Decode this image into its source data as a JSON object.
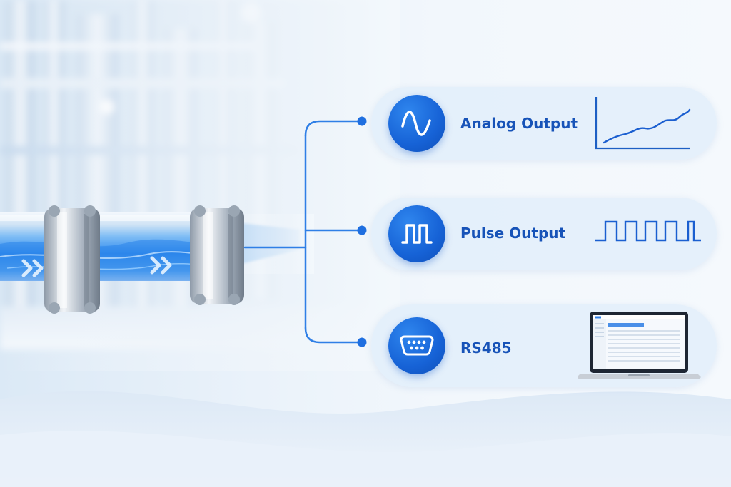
{
  "outputs": [
    {
      "label": "Analog Output",
      "icon": "sine-wave-icon",
      "graphic": "rising-line-chart"
    },
    {
      "label": "Pulse Output",
      "icon": "pulse-square-wave-icon",
      "graphic": "square-wave"
    },
    {
      "label": "RS485",
      "icon": "serial-port-icon",
      "graphic": "laptop-screen"
    }
  ],
  "colors": {
    "accent": "#1662d6",
    "label": "#1753b8",
    "connector": "#2f7fe6",
    "card": "#e2eefa",
    "water": "#3d98f2"
  }
}
